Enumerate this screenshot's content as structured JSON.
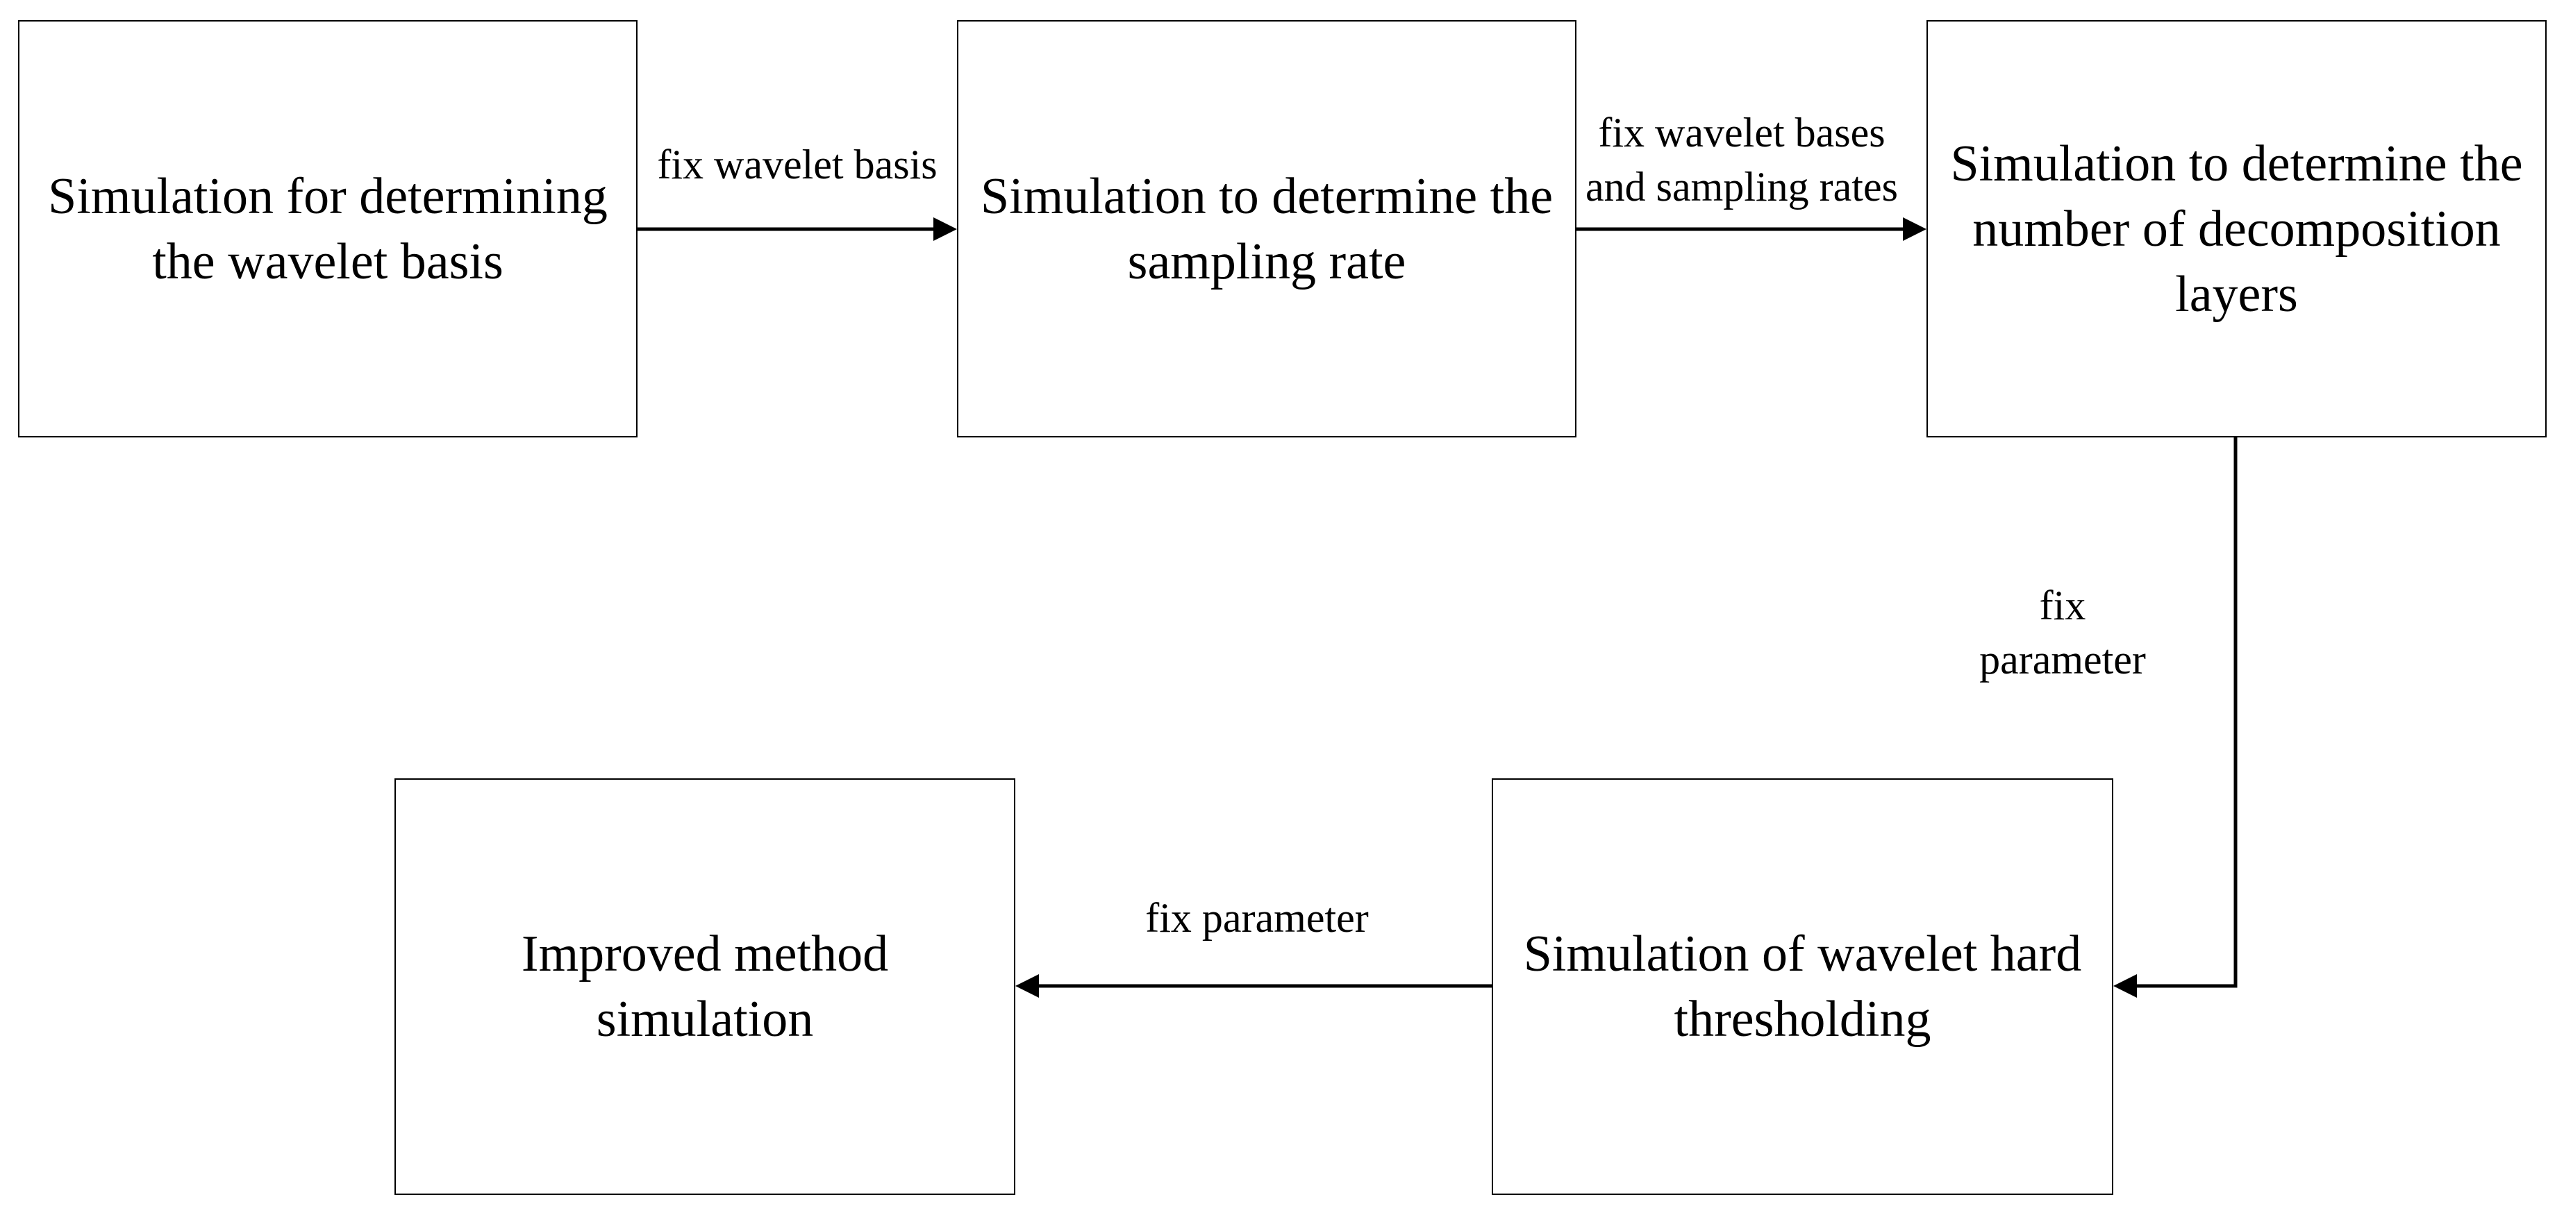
{
  "diagram": {
    "nodes": [
      {
        "id": "wavelet-basis",
        "label": "Simulation for determining the wavelet basis"
      },
      {
        "id": "sampling-rate",
        "label": "Simulation to determine the sampling rate"
      },
      {
        "id": "decomposition-layers",
        "label": "Simulation to determine the number of decomposition layers"
      },
      {
        "id": "hard-thresholding",
        "label": "Simulation of wavelet hard thresholding"
      },
      {
        "id": "improved-method",
        "label": "Improved method simulation"
      }
    ],
    "edges": [
      {
        "from": "wavelet-basis",
        "to": "sampling-rate",
        "label": "fix wavelet basis"
      },
      {
        "from": "sampling-rate",
        "to": "decomposition-layers",
        "label": "fix wavelet bases and sampling rates"
      },
      {
        "from": "decomposition-layers",
        "to": "hard-thresholding",
        "label": "fix parameter"
      },
      {
        "from": "hard-thresholding",
        "to": "improved-method",
        "label": "fix parameter"
      }
    ],
    "colors": {
      "stroke": "#000000",
      "fill": "#ffffff"
    }
  }
}
